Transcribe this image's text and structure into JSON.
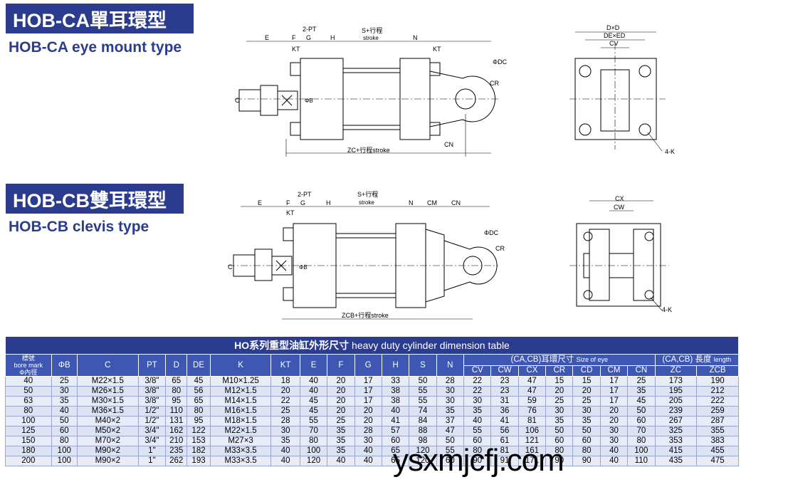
{
  "ca": {
    "title": "HOB-CA單耳環型",
    "subtitle": "HOB-CA eye mount type",
    "labels": {
      "E": "E",
      "F": "F",
      "G": "G",
      "H": "H",
      "KT": "KT",
      "KT2": "KT",
      "N": "N",
      "PT": "2-PT",
      "S": "S+行程",
      "stroke": "stroke",
      "C": "C",
      "PB": "ΦB",
      "PDC": "ΦDC",
      "CR": "CR",
      "CN": "CN",
      "ZC": "ZC+行程stroke",
      "DxD": "D×D",
      "DExED": "DE×ED",
      "CV": "CV",
      "K": "4-K"
    }
  },
  "cb": {
    "title": "HOB-CB雙耳環型",
    "subtitle": "HOB-CB clevis type",
    "labels": {
      "E": "E",
      "F": "F",
      "G": "G",
      "H": "H",
      "KT": "KT",
      "N": "N",
      "CM": "CM",
      "CN": "CN",
      "PT": "2-PT",
      "S": "S+行程",
      "stroke": "stroke",
      "C": "C",
      "PB": "ΦB",
      "PDC": "ΦDC",
      "CR": "CR",
      "ZCB": "ZCB+行程stroke",
      "CX": "CX",
      "CW": "CW",
      "K": "4-K"
    }
  },
  "table": {
    "title_cn": "HO系列重型油缸外形尺寸",
    "title_en": "heavy duty cylinder dimension table",
    "corner_top": "標號",
    "corner_bore": "bore",
    "corner_mark": "mark",
    "corner_bottom": "Φ內徑",
    "columns": [
      "ΦB",
      "C",
      "PT",
      "D",
      "DE",
      "K",
      "KT",
      "E",
      "F",
      "G",
      "H",
      "S",
      "N"
    ],
    "group1_cn": "(CA,CB)耳環尺寸",
    "group1_en": "Size of eye",
    "group1_cols": [
      "CV",
      "CW",
      "CX",
      "CR",
      "CD",
      "CM",
      "CN"
    ],
    "group2_cn": "(CA,CB) 長度",
    "group2_en": "length",
    "group2_cols": [
      "ZC",
      "ZCB"
    ],
    "rows": [
      [
        "40",
        "25",
        "M22×1.5",
        "3/8\"",
        "65",
        "45",
        "M10×1.25",
        "18",
        "40",
        "20",
        "17",
        "33",
        "50",
        "28",
        "22",
        "23",
        "47",
        "15",
        "15",
        "17",
        "25",
        "173",
        "190"
      ],
      [
        "50",
        "30",
        "M26×1.5",
        "3/8\"",
        "80",
        "56",
        "M12×1.5",
        "20",
        "40",
        "20",
        "17",
        "38",
        "55",
        "30",
        "22",
        "23",
        "47",
        "20",
        "20",
        "17",
        "35",
        "195",
        "212"
      ],
      [
        "63",
        "35",
        "M30×1.5",
        "3/8\"",
        "95",
        "65",
        "M14×1.5",
        "22",
        "45",
        "20",
        "17",
        "38",
        "55",
        "30",
        "30",
        "31",
        "59",
        "25",
        "25",
        "17",
        "45",
        "205",
        "222"
      ],
      [
        "80",
        "40",
        "M36×1.5",
        "1/2\"",
        "110",
        "80",
        "M16×1.5",
        "25",
        "45",
        "20",
        "20",
        "40",
        "74",
        "35",
        "35",
        "36",
        "76",
        "30",
        "30",
        "20",
        "50",
        "239",
        "259"
      ],
      [
        "100",
        "50",
        "M40×2",
        "1/2\"",
        "131",
        "95",
        "M18×1.5",
        "28",
        "55",
        "25",
        "20",
        "41",
        "84",
        "37",
        "40",
        "41",
        "81",
        "35",
        "35",
        "20",
        "60",
        "267",
        "287"
      ],
      [
        "125",
        "60",
        "M50×2",
        "3/4\"",
        "162",
        "122",
        "M22×1.5",
        "30",
        "70",
        "35",
        "28",
        "57",
        "88",
        "47",
        "55",
        "56",
        "106",
        "50",
        "50",
        "30",
        "70",
        "325",
        "355"
      ],
      [
        "150",
        "80",
        "M70×2",
        "3/4\"",
        "210",
        "153",
        "M27×3",
        "35",
        "80",
        "35",
        "30",
        "60",
        "98",
        "50",
        "60",
        "61",
        "121",
        "60",
        "60",
        "30",
        "80",
        "353",
        "383"
      ],
      [
        "180",
        "100",
        "M90×2",
        "1\"",
        "235",
        "182",
        "M33×3.5",
        "40",
        "100",
        "35",
        "40",
        "65",
        "120",
        "55",
        "80",
        "81",
        "161",
        "80",
        "80",
        "40",
        "100",
        "415",
        "455"
      ],
      [
        "200",
        "100",
        "M90×2",
        "1\"",
        "262",
        "193",
        "M33×3.5",
        "40",
        "120",
        "40",
        "40",
        "65",
        "120",
        "60",
        "90",
        "91",
        "171",
        "90",
        "90",
        "40",
        "110",
        "435",
        "475"
      ]
    ]
  },
  "watermark": "ysxmjcfj.com"
}
